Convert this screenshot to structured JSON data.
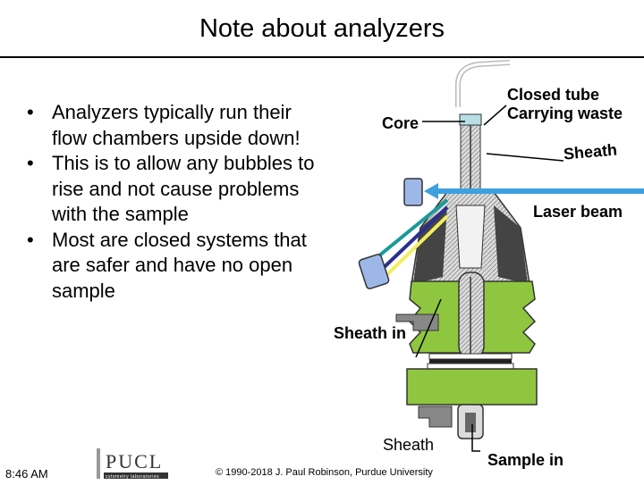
{
  "slide": {
    "title": "Note about analyzers",
    "bullets": [
      "Analyzers typically run their flow chambers upside down!",
      "This is to allow any bubbles to rise and not cause problems with the sample",
      "Most are closed systems that are safer and have no open sample"
    ]
  },
  "diagram": {
    "labels": {
      "core": "Core",
      "closed_tube": "Closed tube\nCarrying waste",
      "sheath_top": "Sheath",
      "laser_beam": "Laser beam",
      "sheath_in": "Sheath in",
      "sheath_bottom": "Sheath",
      "sample_in": "Sample in"
    },
    "colors": {
      "laser": "#3ea0e0",
      "chamber_green": "#8fc63f",
      "detector_blue": "#9db8e8",
      "teal_beam": "#1a9a9a",
      "navy_beam": "#2a2f8f",
      "yellow_beam": "#f2ee60",
      "tube_top": "#b8dfe6"
    }
  },
  "footer": {
    "time": "8:46 AM",
    "logo_text": "PUCL",
    "logo_subtext": "cytometry laboratories",
    "copyright": "© 1990-2018 J. Paul Robinson, Purdue University"
  }
}
